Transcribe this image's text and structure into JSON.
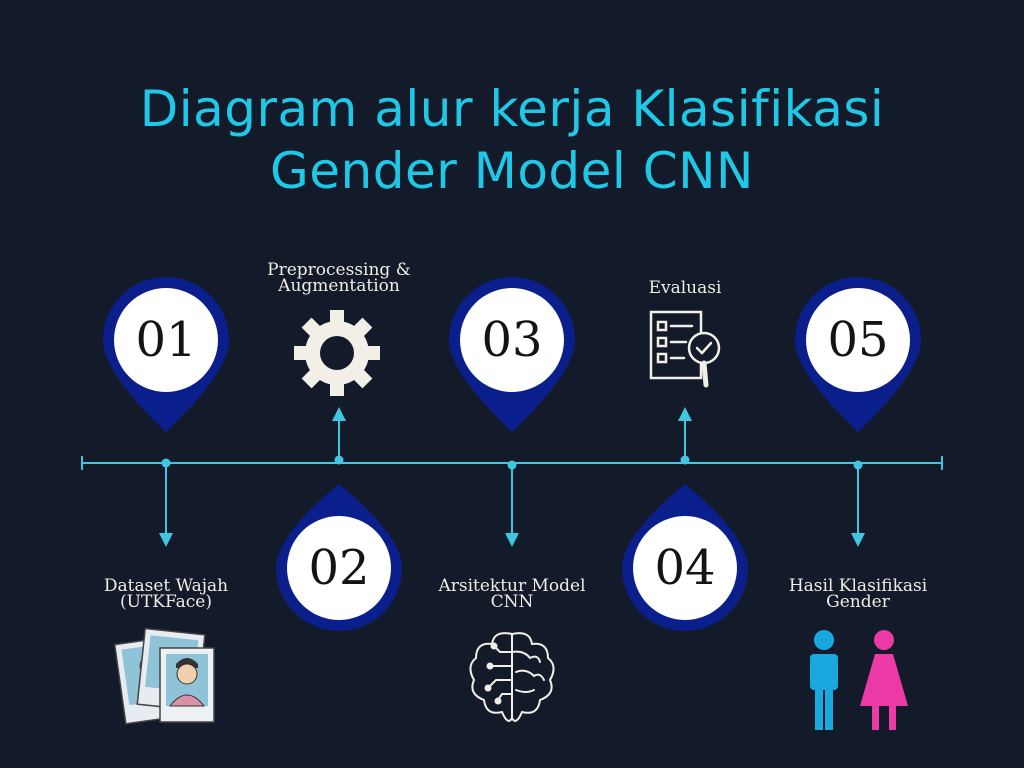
{
  "title": {
    "line1": "Diagram alur kerja Klasifikasi",
    "line2": "Gender Model CNN"
  },
  "steps": [
    {
      "number": "01",
      "label_lines": [
        "Dataset Wajah",
        "(UTKFace)"
      ],
      "icon": "face-photos-icon"
    },
    {
      "number": "02",
      "label_lines": [
        "Preprocessing &",
        "Augmentation"
      ],
      "icon": "gear-icon"
    },
    {
      "number": "03",
      "label_lines": [
        "Arsitektur Model",
        "CNN"
      ],
      "icon": "brain-circuit-icon"
    },
    {
      "number": "04",
      "label_lines": [
        "Evaluasi"
      ],
      "icon": "checklist-magnifier-icon"
    },
    {
      "number": "05",
      "label_lines": [
        "Hasil Klasifikasi",
        "Gender"
      ],
      "icon": "male-female-icon"
    }
  ],
  "colors": {
    "background": "#131a2a",
    "title": "#1ec8e6",
    "timeline": "#3fc6e0",
    "pin_fill": "#0b1f8c",
    "pin_inner": "#ffffff",
    "male": "#1aa8e0",
    "female": "#ec3aa6"
  }
}
